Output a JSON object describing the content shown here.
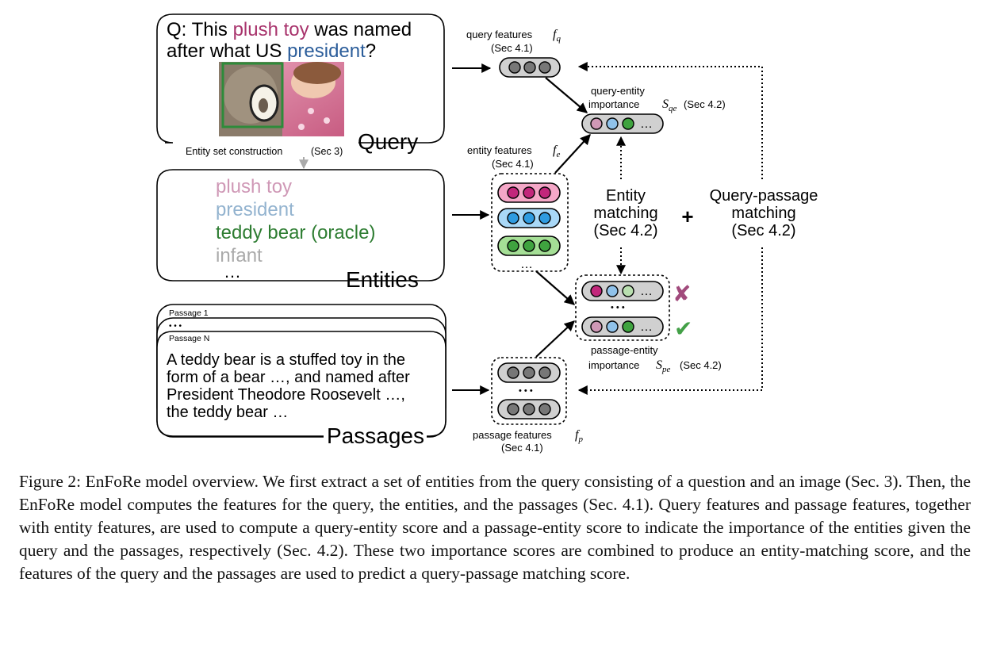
{
  "colors": {
    "pink": "#a8336c",
    "blue": "#2b5d9a",
    "green": "#2e7d32",
    "light_pink": "#cf98b6",
    "light_blue": "#93b3cf",
    "gray_text": "#aaaaaa",
    "cross": "#a14a7c",
    "check": "#43a047"
  },
  "query": {
    "prefix": "Q: This ",
    "highlight1": "plush toy",
    "middle": " was named",
    "line2_prefix": "after what US ",
    "highlight2": "president",
    "line2_suffix": "?",
    "box_label": "Query",
    "image_desc": "teddy-bear-photo"
  },
  "entity_set": {
    "label": "Entity set construction",
    "sec": "(Sec 3)"
  },
  "entities": {
    "items": [
      "plush toy",
      "president",
      "teddy bear (oracle)",
      "infant"
    ],
    "ellipsis": "…",
    "box_label": "Entities"
  },
  "passages": {
    "tab1": "Passage 1",
    "tab_ellipsis": "• • •",
    "tabN": "Passage N",
    "lines": [
      "A teddy bear is a stuffed toy in the",
      "form of a bear …, and named after",
      "President Theodore Roosevelt …,",
      "the teddy bear …"
    ],
    "box_label": "Passages"
  },
  "labels": {
    "query_features": "query features",
    "query_features_sym": "f",
    "query_features_sub": "q",
    "query_features_sec": "(Sec 4.1)",
    "entity_features": "entity features",
    "entity_features_sym": "f",
    "entity_features_sub": "e",
    "entity_features_sec": "(Sec 4.1)",
    "passage_features": "passage features",
    "passage_features_sym": "f",
    "passage_features_sub": "p",
    "passage_features_sec": "(Sec 4.1)",
    "qe_line1": "query-entity",
    "qe_line2": "importance",
    "qe_sym": "S",
    "qe_sub": "qe",
    "qe_sec": "(Sec 4.2)",
    "pe_line1": "passage-entity",
    "pe_line2": "importance",
    "pe_sym": "S",
    "pe_sub": "pe",
    "pe_sec": "(Sec 4.2)",
    "entity_matching": [
      "Entity",
      "matching",
      "(Sec 4.2)"
    ],
    "plus": "+",
    "qp_matching": [
      "Query-passage",
      "matching",
      "(Sec 4.2)"
    ],
    "dots": "…",
    "mid_dots": "• • •",
    "cross": "✘",
    "check": "✔"
  },
  "caption": "Figure 2: EnFoRe model overview. We first extract a set of entities from the query consisting of a question and an image (Sec. 3). Then, the EnFoRe model computes the features for the query, the entities, and the passages (Sec. 4.1). Query features and passage features, together with entity features, are used to compute a query-entity score and a passage-entity score to indicate the importance of the entities given the query and the passages, respectively (Sec. 4.2). These two importance scores are combined to produce an entity-matching score, and the features of the query and the passages are used to predict a query-passage matching score."
}
